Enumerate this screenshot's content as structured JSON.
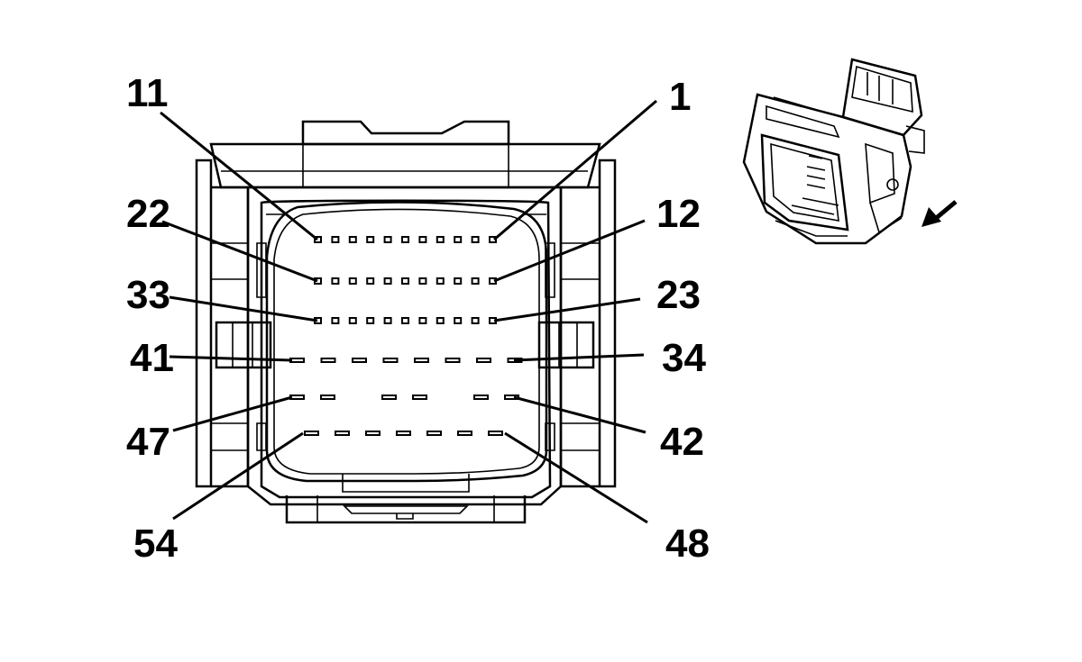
{
  "diagram": {
    "pin_labels": {
      "p11": "11",
      "p1": "1",
      "p22": "22",
      "p12": "12",
      "p33": "33",
      "p23": "23",
      "p41": "41",
      "p34": "34",
      "p47": "47",
      "p42": "42",
      "p54": "54",
      "p48": "48"
    }
  }
}
